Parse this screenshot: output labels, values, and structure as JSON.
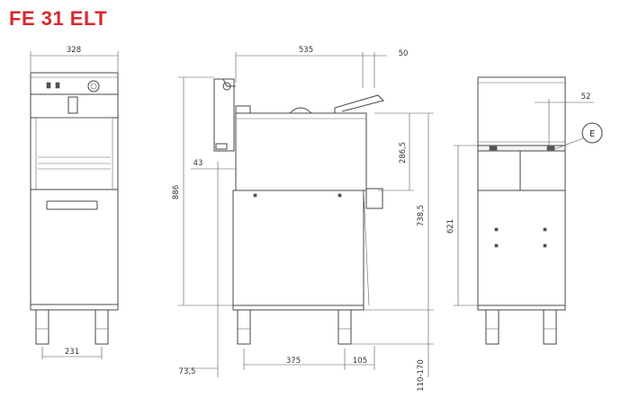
{
  "title": "FE 31 ELT",
  "colors": {
    "title": "#d7282f",
    "line": "#444444"
  },
  "dimensions": {
    "front_width": "328",
    "front_feet": "231",
    "depth_top": "535",
    "lid_offset": "50",
    "drain_offset": "43",
    "total_height": "886",
    "tank_height": "286,5",
    "body_height": "738,5",
    "foot_front": "73,5",
    "foot_spacing": "375",
    "foot_rear": "105",
    "foot_height": "110-170",
    "side_offset": "52",
    "side_height": "621",
    "detail_label": "E"
  }
}
